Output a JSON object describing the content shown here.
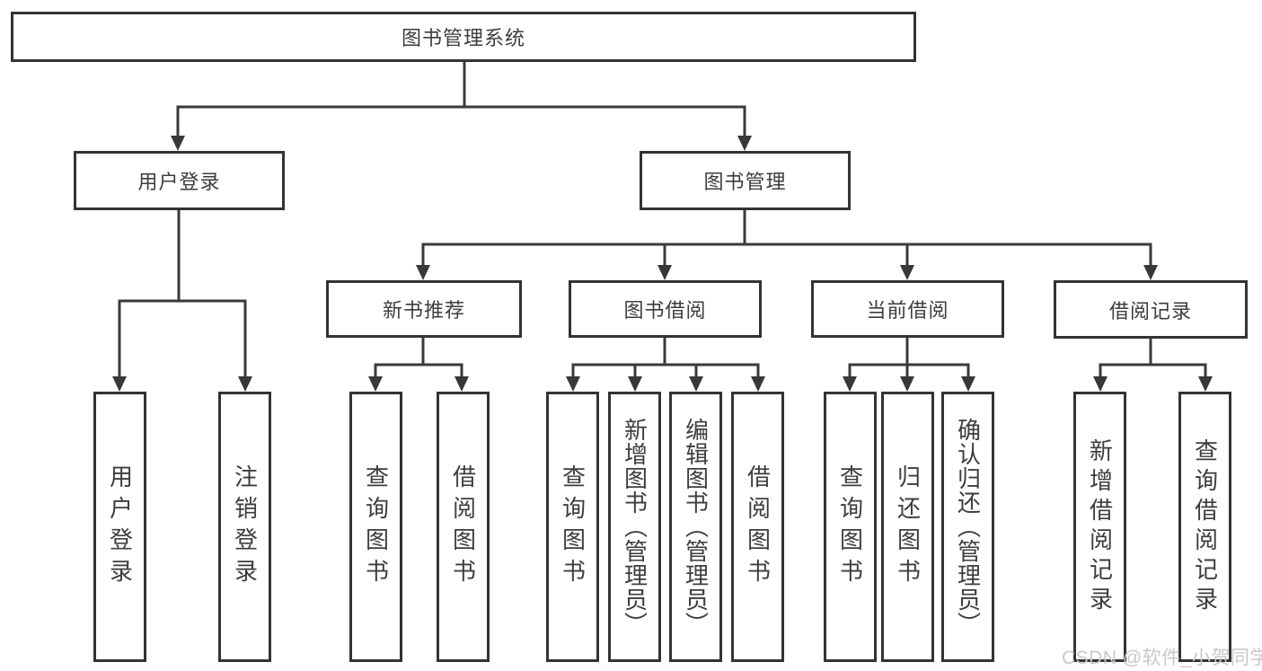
{
  "tree": {
    "label": "图书管理系统",
    "children": [
      {
        "label": "用户登录",
        "children": [
          {
            "label": "用户登录"
          },
          {
            "label": "注销登录"
          }
        ]
      },
      {
        "label": "图书管理",
        "children": [
          {
            "label": "新书推荐",
            "children": [
              {
                "label": "查询图书"
              },
              {
                "label": "借阅图书"
              }
            ]
          },
          {
            "label": "图书借阅",
            "children": [
              {
                "label": "查询图书"
              },
              {
                "label": "新增图书（管理员）"
              },
              {
                "label": "编辑图书（管理员）"
              },
              {
                "label": "借阅图书"
              }
            ]
          },
          {
            "label": "当前借阅",
            "children": [
              {
                "label": "查询图书"
              },
              {
                "label": "归还图书"
              },
              {
                "label": "确认归还（管理员）"
              }
            ]
          },
          {
            "label": "借阅记录",
            "children": [
              {
                "label": "新增借阅记录"
              },
              {
                "label": "查询借阅记录"
              }
            ]
          }
        ]
      }
    ]
  },
  "watermark": {
    "text": "CSDN @软件_小贺同学"
  },
  "colors": {
    "line": "#3a3a3a",
    "box_border": "#333333",
    "text": "#3d3d3d",
    "watermark": "#c8c8c8",
    "background": "#ffffff"
  }
}
